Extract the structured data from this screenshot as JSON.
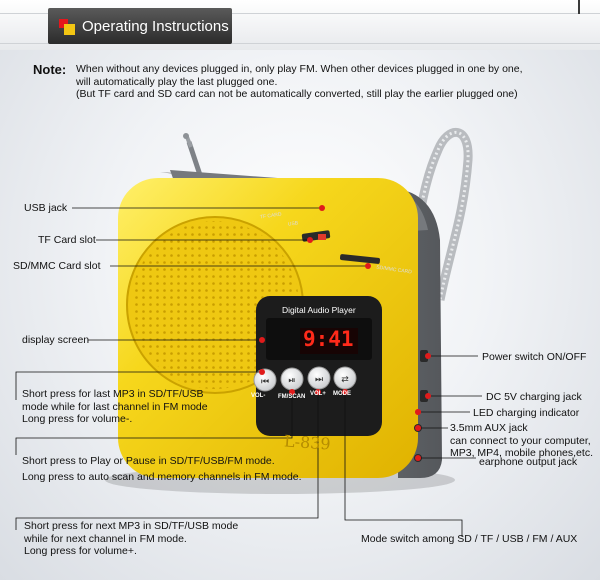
{
  "header": {
    "title": "Operating Instructions"
  },
  "note": {
    "label": "Note:",
    "lines": [
      "When without any devices plugged in, only play FM. When other devices plugged in one by one,",
      "will automatically play the last plugged one.",
      "(But TF card and SD card can not be automatically converted, still play the earlier plugged one)"
    ]
  },
  "device": {
    "panel_label": "Digital Audio Player",
    "display_time": "9:41",
    "model": "L-839",
    "usb_port_label": "USB",
    "tf_port_label": "TF CARD",
    "sd_port_label": "SD/MMC CARD",
    "buttons": [
      "VOL-",
      "FM/SCAN",
      "VOL+",
      "MODE"
    ],
    "colors": {
      "body": "#f3d21a",
      "trim": "#6b6e72",
      "panel": "#1d1d1d",
      "digits": "#ff2a1a"
    }
  },
  "callouts": {
    "usb_jack": "USB jack",
    "tf_slot": "TF Card slot",
    "sd_slot": "SD/MMC Card slot",
    "display": "display screen",
    "power": "Power switch ON/OFF",
    "dc": "DC 5V charging jack",
    "led": "LED charging indicator",
    "aux_1": "3.5mm AUX jack",
    "aux_2": "can connect to your computer,",
    "aux_3": "MP3, MP4, mobile phones,etc.",
    "earphone": "earphone output jack",
    "prev_1": "Short press for last MP3 in SD/TF/USB",
    "prev_2": "mode while for last channel in FM mode",
    "prev_3": "Long press for volume-.",
    "play_1": "Short press to Play or Pause in SD/TF/USB/FM mode.",
    "play_2": "Long press to auto scan and memory channels in FM mode.",
    "next_1": "Short press for next MP3 in SD/TF/USB mode",
    "next_2": "while for next channel in FM mode.",
    "next_3": "Long press for volume+.",
    "mode": "Mode switch among SD / TF / USB / FM / AUX"
  }
}
